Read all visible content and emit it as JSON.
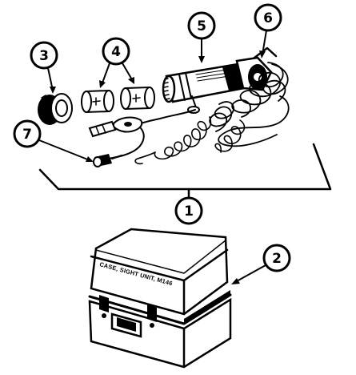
{
  "figure": {
    "callouts": [
      "1",
      "2",
      "3",
      "4",
      "5",
      "6",
      "7"
    ],
    "case_label": "CASE, SIGHT UNIT, M146"
  }
}
